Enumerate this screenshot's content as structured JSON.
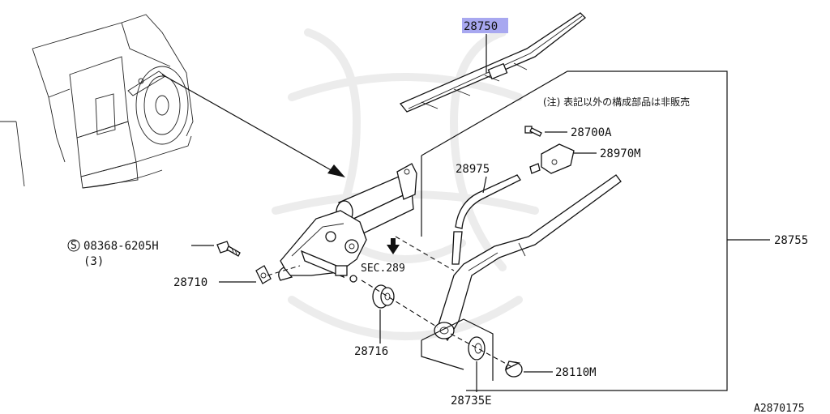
{
  "labels": {
    "wiper_blade": "28750",
    "jp_note": "(注) 表記以外の構成部品は非販売",
    "bolt_28700a": "28700A",
    "cap_28970m": "28970M",
    "blade_insert": "28975",
    "assembly": "28755",
    "screw": "08368-6205H",
    "screw_qty": "(3)",
    "screw_symbol": "S",
    "bracket": "28710",
    "section_ref": "SEC.289",
    "grommet": "28716",
    "washer": "28735E",
    "nut_cap": "28110M",
    "diagram_code": "A2870175"
  },
  "colors": {
    "highlight": "#a8a8f0",
    "line": "#111111",
    "watermark": "#ececec"
  }
}
